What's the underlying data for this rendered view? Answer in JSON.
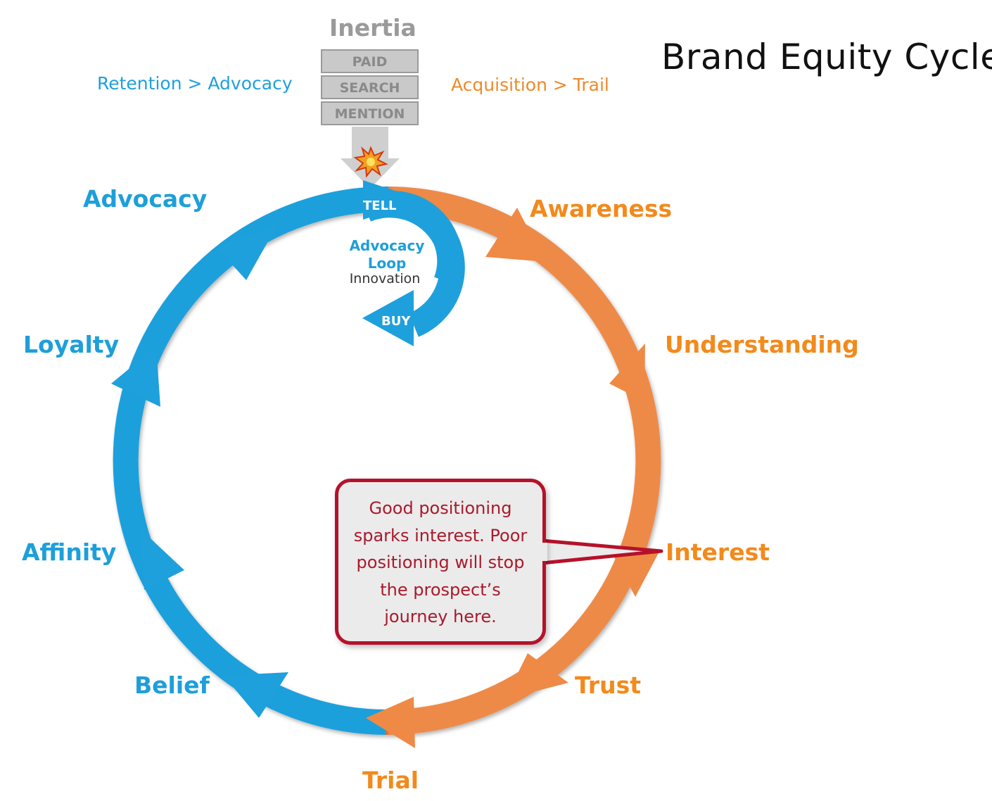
{
  "title": "Brand Equity Cycle",
  "inertia": {
    "label": "Inertia",
    "funnel": [
      "PAID",
      "SEARCH",
      "MENTION"
    ]
  },
  "subtitles": {
    "left": "Retention > Advocacy",
    "right": "Acquisition > Trail"
  },
  "stages": {
    "awareness": "Awareness",
    "understanding": "Understanding",
    "interest": "Interest",
    "trust": "Trust",
    "trial": "Trial",
    "belief": "Belief",
    "affinity": "Affinity",
    "loyalty": "Loyalty",
    "advocacy": "Advocacy"
  },
  "loop": {
    "line1": "Advocacy",
    "line2": "Loop",
    "line3": "Innovation",
    "tell": "TELL",
    "buy": "BUY"
  },
  "callout": "Good positioning sparks interest. Poor positioning will stop the prospect’s journey  here.",
  "colors": {
    "blue": "#1ea0dc",
    "orange": "#ee8a46",
    "callout_border": "#b5122a",
    "funnel_gray": "#c9c9c9"
  },
  "icons": [
    "explosion-icon",
    "arrow-icon"
  ]
}
